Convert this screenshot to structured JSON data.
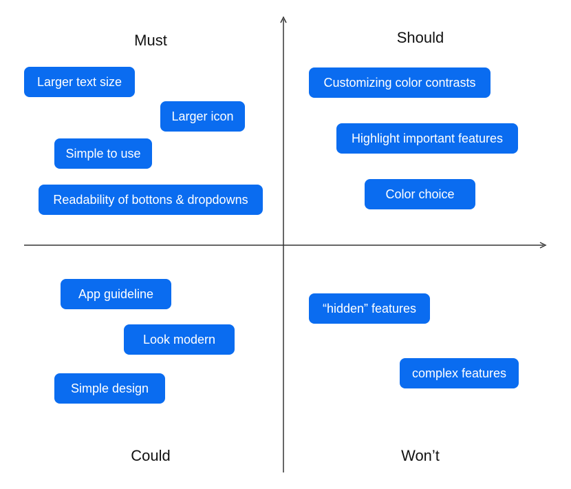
{
  "colors": {
    "chip_bg": "#0a6cf0",
    "chip_text": "#ffffff",
    "axis": "#333333",
    "label": "#111111"
  },
  "quadrants": {
    "must": "Must",
    "should": "Should",
    "could": "Could",
    "wont": "Won’t"
  },
  "items": {
    "must": [
      "Larger text size",
      "Larger icon",
      "Simple to use",
      "Readability of bottons & dropdowns"
    ],
    "should": [
      "Customizing color contrasts",
      "Highlight important features",
      "Color choice"
    ],
    "could": [
      "App guideline",
      "Look modern",
      "Simple design"
    ],
    "wont": [
      "“hidden” features",
      "complex features"
    ]
  }
}
